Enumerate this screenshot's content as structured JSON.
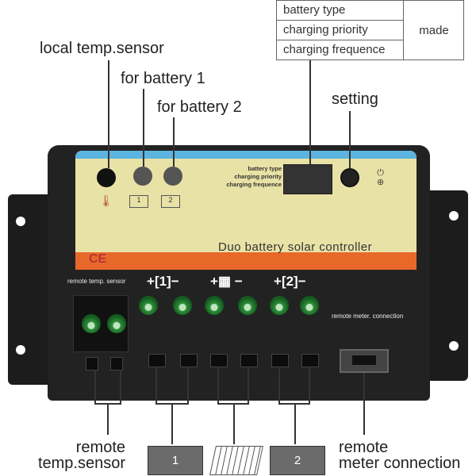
{
  "settings_table": {
    "rows": [
      "battery type",
      "charging priority",
      "charging frequence"
    ],
    "made": "made"
  },
  "callouts": {
    "local_temp": "local temp.sensor",
    "battery1": "for battery 1",
    "battery2": "for battery 2",
    "setting": "setting"
  },
  "device": {
    "panel_labels": [
      "battery type",
      "charging priority",
      "charging frequence"
    ],
    "title": "Duo battery solar controller",
    "ce": "CE",
    "remote_temp_sensor": "remote temp. sensor",
    "remote_meter": "remote meter. connection",
    "battery_icon_1": "1",
    "battery_icon_2": "2",
    "plus": "+",
    "minus": "−"
  },
  "bottom": {
    "remote_temp_line1": "remote",
    "remote_temp_line2": "temp.sensor",
    "battery1": "1",
    "battery2": "2",
    "remote_meter_line1": "remote",
    "remote_meter_line2": "meter connection"
  },
  "colors": {
    "panel": "#e9e2a6",
    "blue_strip": "#5cb4e0",
    "orange_strip": "#e8682a",
    "terminal": "#2f8f3a"
  }
}
